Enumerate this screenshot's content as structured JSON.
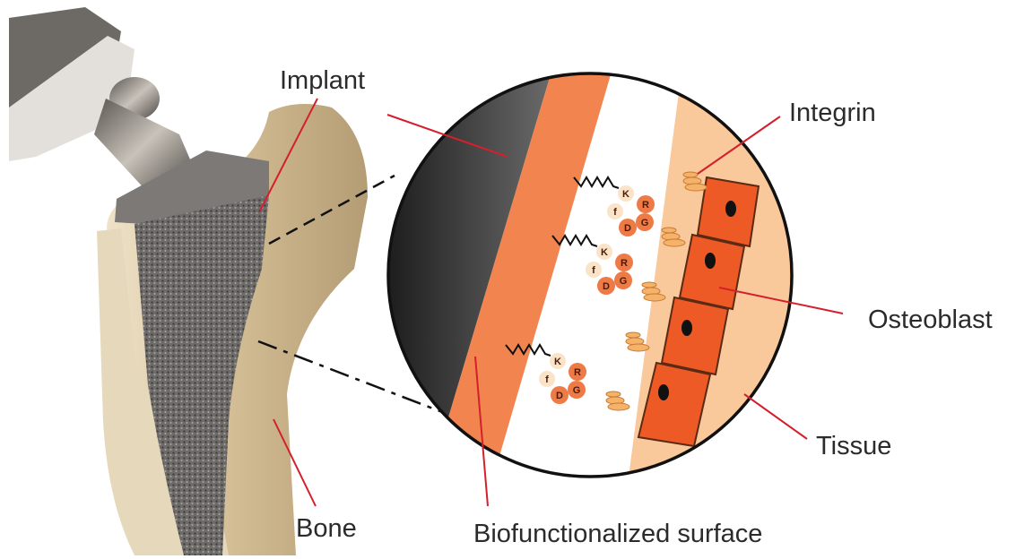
{
  "labels": {
    "implant": "Implant",
    "integrin": "Integrin",
    "osteoblast": "Osteoblast",
    "tissue": "Tissue",
    "bone": "Bone",
    "surface": "Biofunctionalized surface"
  },
  "peptide_letters": {
    "k": "K",
    "r": "R",
    "f": "f",
    "d": "D",
    "g": "G"
  },
  "colors": {
    "label_line": "#d4202c",
    "implant_dark": "#3a3a3a",
    "surface_orange": "#f2844f",
    "cell_orange": "#ee5a25",
    "tissue_peach": "#f9c89b",
    "bone": "#d9c6a4",
    "metal": "#7d7a78"
  }
}
